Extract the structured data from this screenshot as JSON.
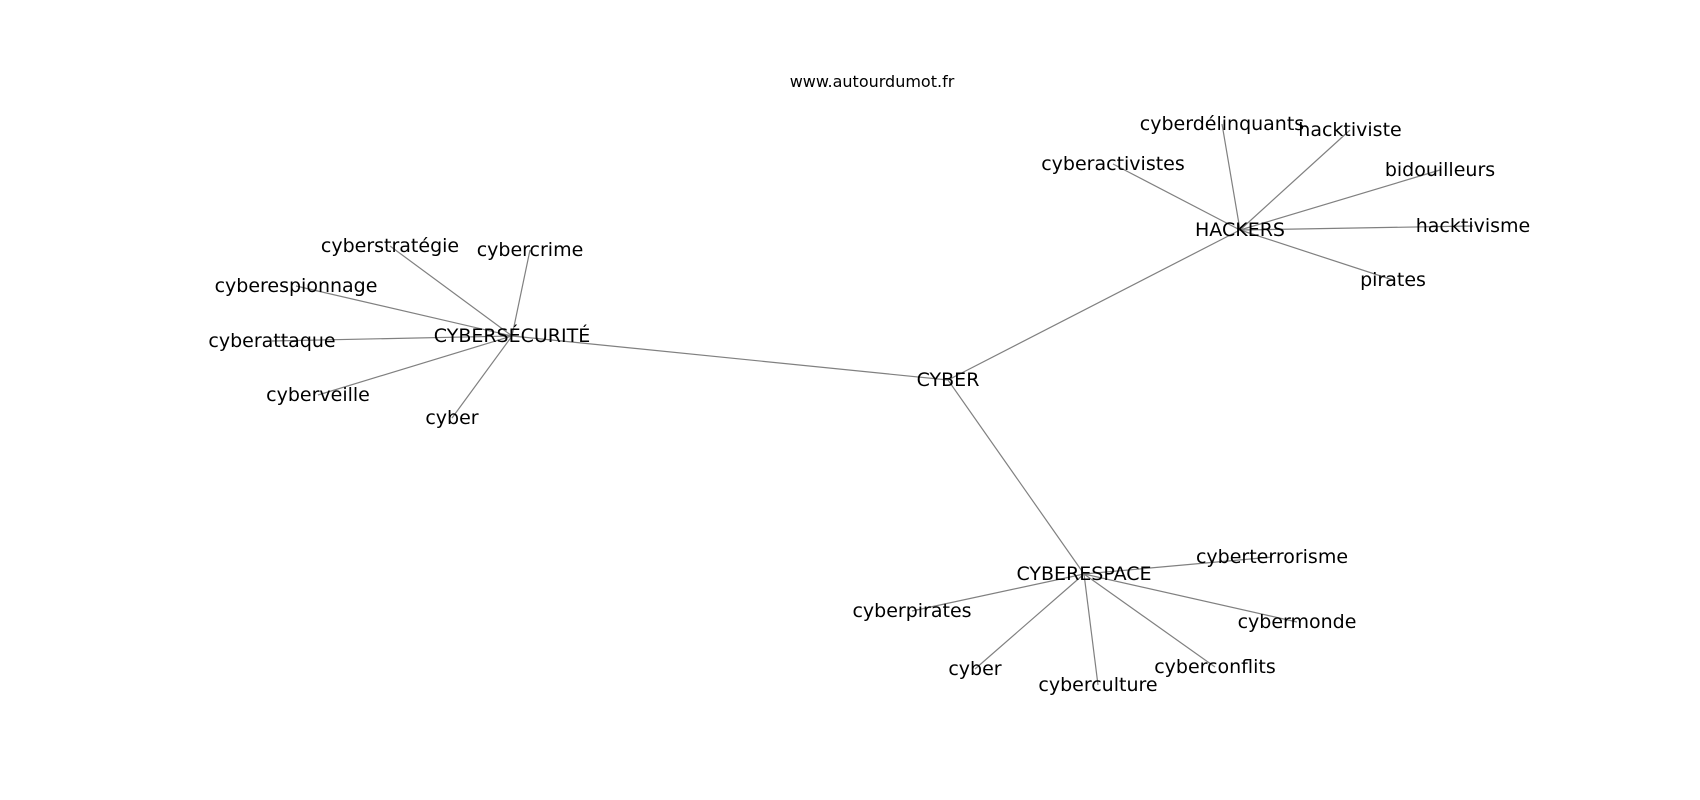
{
  "watermark": "www.autourdumot.fr",
  "graph": {
    "root": {
      "id": "cyber",
      "label": "CYBER"
    },
    "hubs": [
      {
        "id": "cybersecurite",
        "label": "CYBERSÉCURITÉ",
        "leaves": [
          {
            "id": "cyberstrategie",
            "label": "cyberstratégie"
          },
          {
            "id": "cybercrime",
            "label": "cybercrime"
          },
          {
            "id": "cyberespionnage",
            "label": "cyberespionnage"
          },
          {
            "id": "cyberattaque",
            "label": "cyberattaque"
          },
          {
            "id": "cyberveille",
            "label": "cyberveille"
          },
          {
            "id": "cyber-2",
            "label": "cyber"
          }
        ]
      },
      {
        "id": "hackers",
        "label": "HACKERS",
        "leaves": [
          {
            "id": "cyberdelinquants",
            "label": "cyberdélinquants"
          },
          {
            "id": "hacktiviste",
            "label": "hacktiviste"
          },
          {
            "id": "cyberactivistes",
            "label": "cyberactivistes"
          },
          {
            "id": "bidouilleurs",
            "label": "bidouilleurs"
          },
          {
            "id": "hacktivisme",
            "label": "hacktivisme"
          },
          {
            "id": "pirates",
            "label": "pirates"
          }
        ]
      },
      {
        "id": "cyberespace",
        "label": "CYBERESPACE",
        "leaves": [
          {
            "id": "cyberterrorisme",
            "label": "cyberterrorisme"
          },
          {
            "id": "cyberpirates",
            "label": "cyberpirates"
          },
          {
            "id": "cybermonde",
            "label": "cybermonde"
          },
          {
            "id": "cyberconflits",
            "label": "cyberconflits"
          },
          {
            "id": "cyber-3",
            "label": "cyber"
          },
          {
            "id": "cyberculture",
            "label": "cyberculture"
          }
        ]
      }
    ]
  }
}
